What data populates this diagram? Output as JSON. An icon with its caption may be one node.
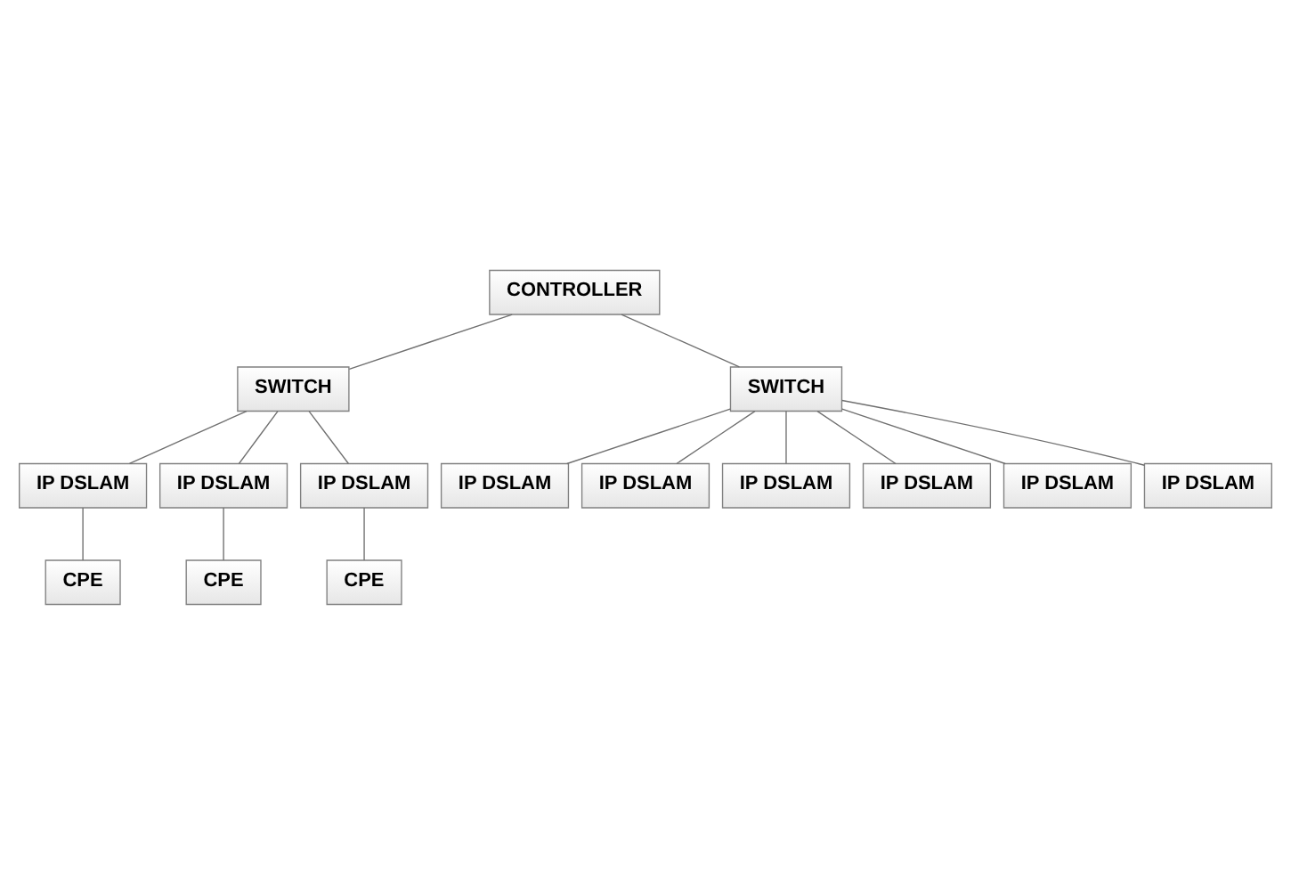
{
  "diagram": {
    "nodes": [
      {
        "text": [
          "CONTROLLER"
        ]
      },
      {
        "text": [
          "SWITCH"
        ]
      },
      {
        "text": [
          "SWITCH"
        ]
      },
      {
        "text": [
          "IP DSLAM"
        ]
      },
      {
        "text": [
          "IP DSLAM"
        ]
      },
      {
        "text": [
          "IP DSLAM"
        ]
      },
      {
        "text": [
          "IP DSLAM"
        ]
      },
      {
        "text": [
          "IP DSLAM"
        ]
      },
      {
        "text": [
          "IP DSLAM"
        ]
      },
      {
        "text": [
          "IP DSLAM"
        ]
      },
      {
        "text": [
          "IP DSLAM"
        ]
      },
      {
        "text": [
          "IP DSLAM"
        ]
      },
      {
        "text": [
          "CPE"
        ]
      },
      {
        "text": [
          "CPE"
        ]
      },
      {
        "text": [
          "CPE"
        ]
      }
    ],
    "edges": [
      {
        "from": 0,
        "to": 1,
        "arrow": "none"
      },
      {
        "from": 0,
        "to": 2,
        "arrow": "none"
      },
      {
        "from": 1,
        "to": 3,
        "arrow": "none"
      },
      {
        "from": 1,
        "to": 4,
        "arrow": "none"
      },
      {
        "from": 1,
        "to": 5,
        "arrow": "none"
      },
      {
        "from": 2,
        "to": 6,
        "arrow": "none"
      },
      {
        "from": 2,
        "to": 7,
        "arrow": "none"
      },
      {
        "from": 2,
        "to": 8,
        "arrow": "none"
      },
      {
        "from": 2,
        "to": 9,
        "arrow": "none"
      },
      {
        "from": 2,
        "to": 10,
        "arrow": "none"
      },
      {
        "from": 2,
        "to": 11,
        "arrow": "none"
      },
      {
        "from": 3,
        "to": 14,
        "arrow": "none"
      },
      {
        "from": 4,
        "to": 13,
        "arrow": "none"
      },
      {
        "from": 5,
        "to": 12,
        "arrow": "none"
      }
    ]
  }
}
